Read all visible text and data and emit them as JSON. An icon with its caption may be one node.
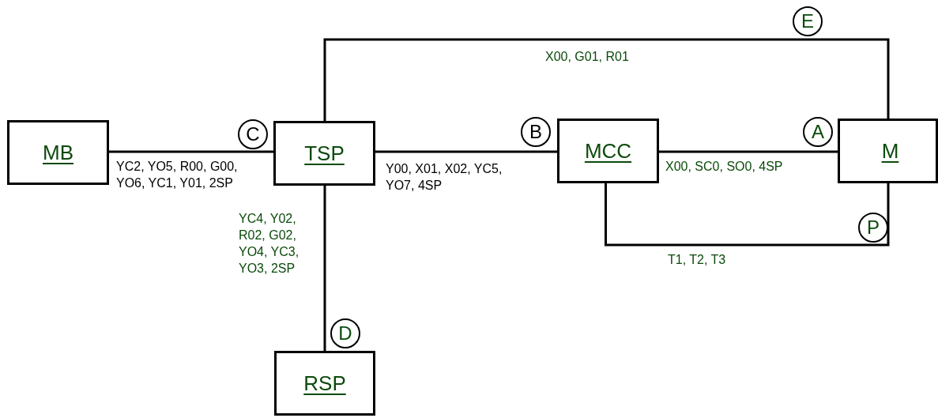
{
  "diagram": {
    "nodes": [
      {
        "text": [
          "MB"
        ]
      },
      {
        "text": [
          "TSP"
        ]
      },
      {
        "text": [
          "MCC"
        ]
      },
      {
        "text": [
          "M"
        ]
      },
      {
        "text": [
          "RSP"
        ]
      },
      {
        "text": [
          "E"
        ]
      },
      {
        "text": [
          "C"
        ]
      },
      {
        "text": [
          "B"
        ]
      },
      {
        "text": [
          "A"
        ]
      },
      {
        "text": [
          "P"
        ]
      },
      {
        "text": [
          "D"
        ]
      }
    ],
    "edges": [
      {
        "from": 1,
        "to": 3,
        "arrow": "none",
        "label": "X00, G01, R01"
      },
      {
        "from": 0,
        "to": 1,
        "arrow": "none",
        "label": "YC2, YO5, R00, G00, YO6, YC1, Y01, 2SP"
      },
      {
        "from": 1,
        "to": 2,
        "arrow": "none",
        "label": "Y00, X01, X02, YC5, YO7, 4SP"
      },
      {
        "from": 2,
        "to": 3,
        "arrow": "none",
        "label": "X00, SC0, SO0, 4SP"
      },
      {
        "from": 2,
        "to": 3,
        "arrow": "none",
        "label": "T1, T2, T3"
      },
      {
        "from": 1,
        "to": 4,
        "arrow": "none",
        "label": "YC4, Y02, R02, G02, YO4, YC3, YO3, 2SP"
      }
    ]
  }
}
